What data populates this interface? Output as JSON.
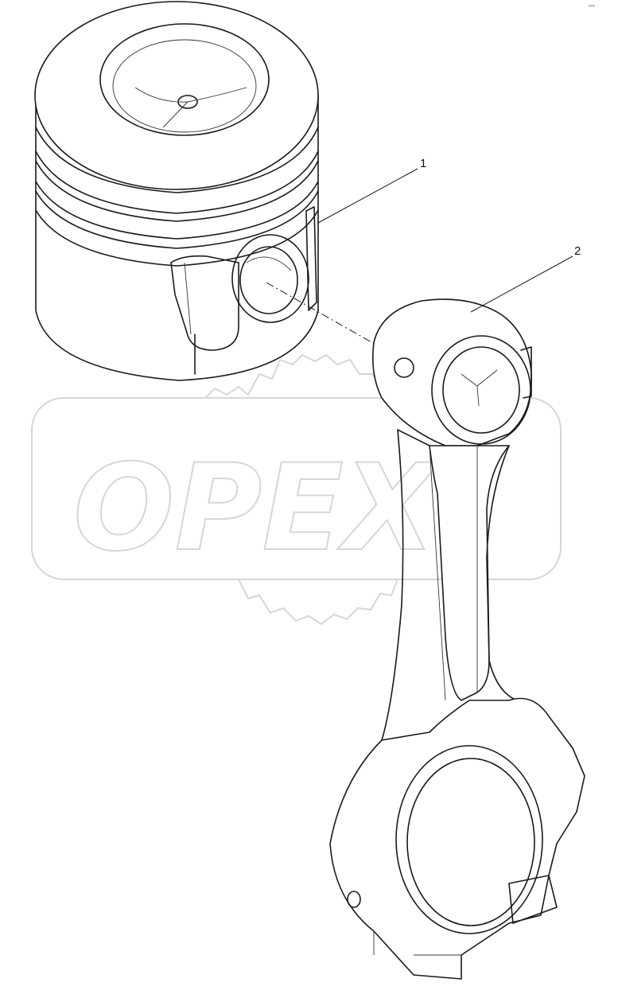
{
  "watermark": {
    "text": "OPEX"
  },
  "corner_code": "⁰⁰⁰⁰",
  "callouts": [
    {
      "id": "callout-1",
      "label": "1"
    },
    {
      "id": "callout-2",
      "label": "2"
    }
  ],
  "colors": {
    "line": "#1a1a1a",
    "watermark": "#d6d6d6",
    "background": "#ffffff"
  }
}
